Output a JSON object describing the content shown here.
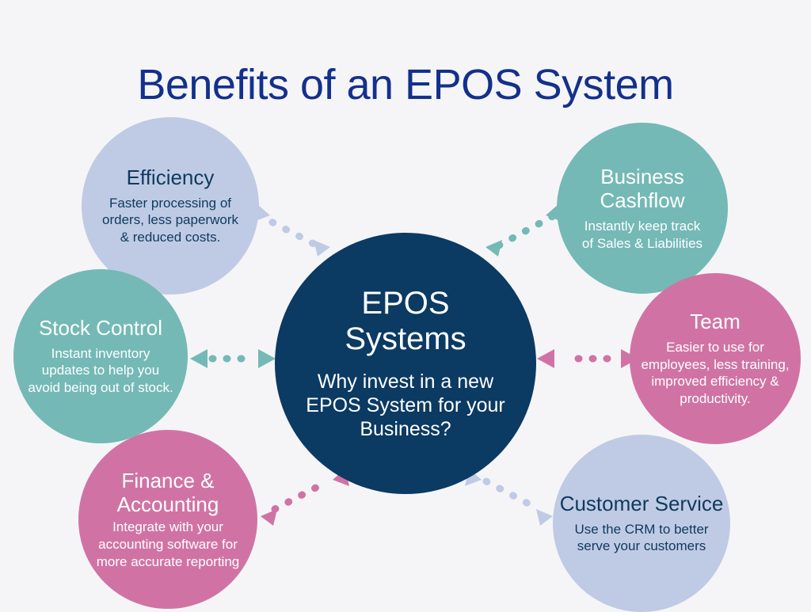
{
  "header": {
    "title": "Benefits of an EPOS System",
    "title_color": "#13308c"
  },
  "hub": {
    "title": "EPOS Systems",
    "subtitle": "Why invest in a new EPOS System for your Business?",
    "color": "#0b3a63"
  },
  "palette": {
    "background": "#f5f5f7",
    "navy": "#0b3a63",
    "periwinkle": "#bfcbe5",
    "teal": "#74b9b5",
    "pink": "#d073a4",
    "dark_text": "#0f3a5c",
    "light_text": "#ffffff"
  },
  "bubbles": [
    {
      "id": "efficiency",
      "title": "Efficiency",
      "description": "Faster processing of orders, less paperwork & reduced costs.",
      "color": "#bfcbe5",
      "text_color": "#0f3a5c"
    },
    {
      "id": "cashflow",
      "title": "Business Cashflow",
      "description": "Instantly keep track of Sales & Liabilities",
      "color": "#74b9b5",
      "text_color": "#ffffff"
    },
    {
      "id": "stock",
      "title": "Stock Control",
      "description": "Instant inventory updates to help you avoid being out of stock.",
      "color": "#74b9b5",
      "text_color": "#ffffff"
    },
    {
      "id": "team",
      "title": "Team",
      "description": "Easier to use for employees, less training, improved efficiency & productivity.",
      "color": "#d073a4",
      "text_color": "#ffffff"
    },
    {
      "id": "finance",
      "title": "Finance & Accounting",
      "description": "Integrate with your accounting software for more accurate reporting",
      "color": "#d073a4",
      "text_color": "#ffffff"
    },
    {
      "id": "customer",
      "title": "Customer Service",
      "description": "Use the CRM to better serve your customers",
      "color": "#bfcbe5",
      "text_color": "#0f3a5c"
    }
  ],
  "connectors": [
    {
      "id": "efficiency-to-hub",
      "color": "#bfcbe5",
      "style": "dotted",
      "arrows": "both"
    },
    {
      "id": "cashflow-to-hub",
      "color": "#74b9b5",
      "style": "dotted",
      "arrows": "both"
    },
    {
      "id": "stock-to-hub",
      "color": "#74b9b5",
      "style": "dotted",
      "arrows": "both"
    },
    {
      "id": "team-to-hub",
      "color": "#d073a4",
      "style": "dotted",
      "arrows": "both"
    },
    {
      "id": "finance-to-hub",
      "color": "#d073a4",
      "style": "dotted",
      "arrows": "both"
    },
    {
      "id": "customer-to-hub",
      "color": "#bfcbe5",
      "style": "dotted",
      "arrows": "both"
    }
  ]
}
